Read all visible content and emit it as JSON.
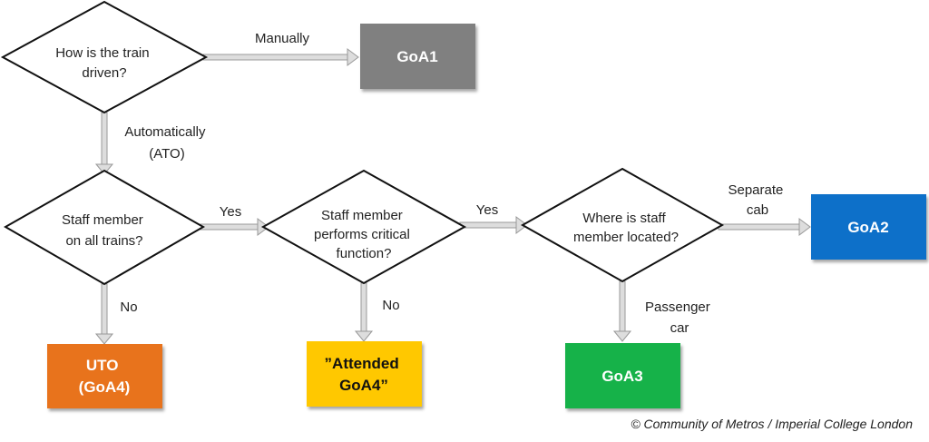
{
  "decisions": {
    "train_driven": {
      "lines": [
        "How is the train",
        "driven?"
      ]
    },
    "staff_on_all": {
      "lines": [
        "Staff member",
        "on all trains?"
      ]
    },
    "critical_function": {
      "lines": [
        "Staff member",
        "performs critical",
        "function?"
      ]
    },
    "staff_location": {
      "lines": [
        "Where is staff",
        "member located?"
      ]
    }
  },
  "outcomes": {
    "goa1": {
      "lines": [
        "GoA1"
      ],
      "color": "#808080",
      "text_color": "#ffffff"
    },
    "uto": {
      "lines": [
        "UTO",
        "(GoA4)"
      ],
      "color": "#e8731a",
      "text_color": "#ffffff"
    },
    "attended_goa4": {
      "lines": [
        "”Attended",
        "GoA4”"
      ],
      "color": "#ffc800",
      "text_color": "#111111"
    },
    "goa3": {
      "lines": [
        "GoA3"
      ],
      "color": "#12b24a",
      "text_color": "#ffffff"
    },
    "goa2": {
      "lines": [
        "GoA2"
      ],
      "color": "#0b70c9",
      "text_color": "#ffffff"
    }
  },
  "edge_labels": {
    "manually": [
      "Manually"
    ],
    "automatically": [
      "Automatically",
      "(ATO)"
    ],
    "yes_1": [
      "Yes"
    ],
    "yes_2": [
      "Yes"
    ],
    "no_1": [
      "No"
    ],
    "no_2": [
      "No"
    ],
    "separate_cab": [
      "Separate",
      "cab"
    ],
    "passenger_car": [
      "Passenger",
      "car"
    ]
  },
  "credit": "© Community of Metros / Imperial College London"
}
